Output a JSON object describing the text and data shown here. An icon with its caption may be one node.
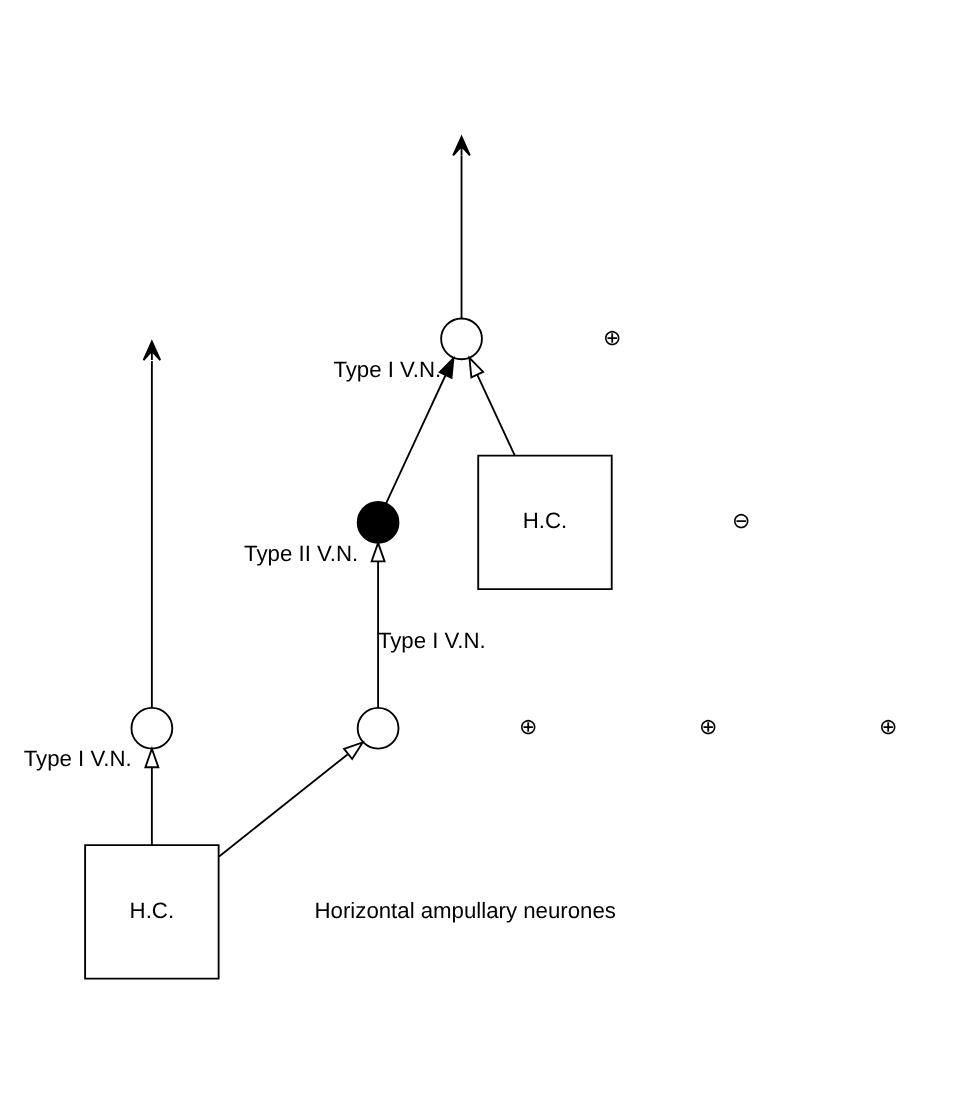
{
  "diagram": {
    "nodes": [
      {
        "text": [
          "H.C."
        ]
      },
      {
        "text": [
          "H.C."
        ]
      },
      {
        "text": [],
        "shape": "circle",
        "beside": [
          "Type I V.N."
        ]
      },
      {
        "text": [],
        "shape": "circle"
      },
      {
        "text": [],
        "shape": "circle",
        "beside": [
          "Type II V.N."
        ]
      },
      {
        "text": [],
        "shape": "circle",
        "beside": [
          "Type I V.N."
        ]
      }
    ],
    "edges": [
      {
        "from": 0,
        "to": 2,
        "arrow": "to"
      },
      {
        "from": 0,
        "to": 3,
        "arrow": "to"
      },
      {
        "from": 3,
        "to": 4,
        "arrow": "to",
        "label": "Type I V.N."
      },
      {
        "from": 4,
        "to": 5,
        "arrow": "to"
      },
      {
        "from": 1,
        "to": 5,
        "arrow": "to"
      },
      {
        "from": 2,
        "to": null,
        "arrow": "to"
      },
      {
        "from": 5,
        "to": null,
        "arrow": "to"
      }
    ],
    "labels": [
      "⊕",
      "⊕",
      "⊖",
      "⊕",
      "⊕",
      "Horizontal ampullary neurones"
    ]
  }
}
